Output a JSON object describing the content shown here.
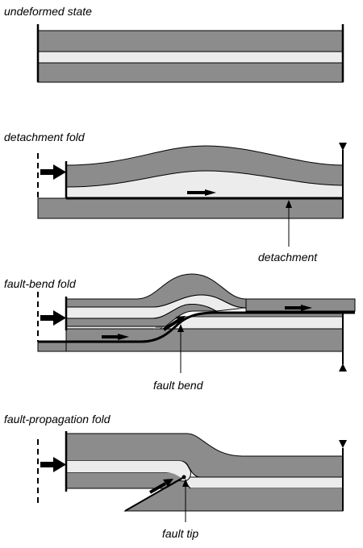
{
  "panels": [
    {
      "title": "undeformed state"
    },
    {
      "title": "detachment fold",
      "label": "detachment"
    },
    {
      "title": "fault-bend fold",
      "label": "fault bend"
    },
    {
      "title": "fault-propagation fold",
      "label": "fault tip"
    }
  ],
  "colors": {
    "layer_dark": "#8c8c8c",
    "layer_light": "#ececec",
    "outline": "#000000",
    "background": "#ffffff"
  }
}
